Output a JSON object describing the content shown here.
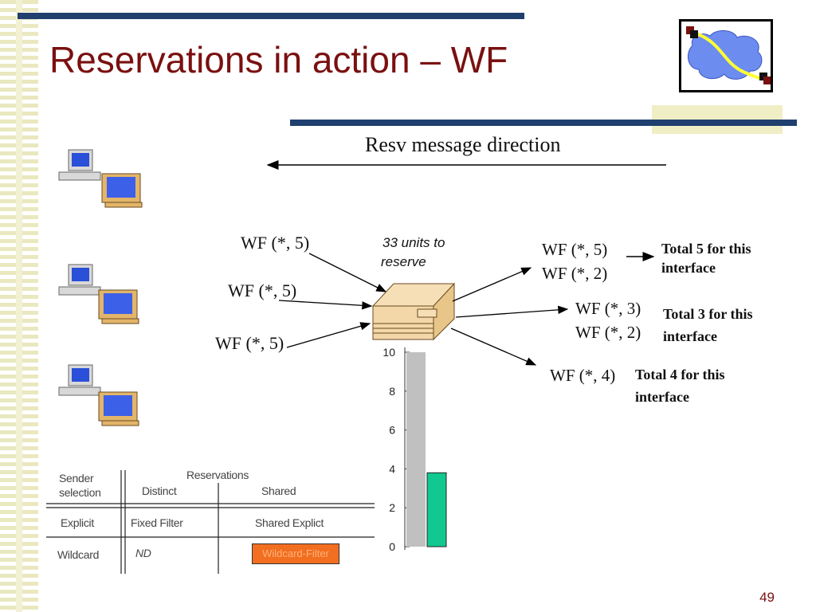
{
  "slide": {
    "title": "Reservations in action – WF",
    "page_number": "49"
  },
  "diagram": {
    "direction_label": "Resv message direction",
    "units_note_line1": "33 units to",
    "units_note_line2": "reserve",
    "incoming": [
      {
        "label": "WF (*, 5)"
      },
      {
        "label": "WF (*, 5)"
      },
      {
        "label": "WF (*, 5)"
      }
    ],
    "outgoing": [
      {
        "line1": "WF (*, 5)",
        "line2": "WF (*, 2)",
        "total_line1": "Total 5 for this",
        "total_line2": "interface"
      },
      {
        "line1": "WF (*, 3)",
        "line2": "WF (*, 2)",
        "total_line1": "Total 3 for this",
        "total_line2": "interface"
      },
      {
        "line1": "WF (*, 4)",
        "line2": "",
        "total_line1": "Total 4 for this",
        "total_line2": "interface"
      }
    ],
    "host_icons": [
      "computer-pair-icon",
      "computer-pair-icon",
      "computer-pair-icon"
    ],
    "router_icon": "router-icon"
  },
  "chart_data": {
    "type": "bar",
    "ylim": [
      0,
      10
    ],
    "ticks": [
      0,
      2,
      4,
      6,
      8,
      10
    ],
    "tick_labels": [
      "0",
      "2",
      "4",
      "6",
      "8",
      "10"
    ],
    "bars": [
      {
        "value": 10,
        "color": "#c0c0c0"
      },
      {
        "value": 3.8,
        "color": "#10c890"
      }
    ]
  },
  "table": {
    "col_sender": "Sender selection",
    "col_sender_line1": "Sender",
    "col_sender_line2": "selection",
    "col_reservations": "Reservations",
    "col_distinct": "Distinct",
    "col_shared": "Shared",
    "rows": [
      {
        "selection": "Explicit",
        "distinct": "Fixed Filter",
        "shared": "Shared Explict"
      },
      {
        "selection": "Wildcard",
        "distinct": "ND",
        "shared": "Wildcard-Filter"
      }
    ],
    "highlight_color": "#f26e20"
  },
  "colors": {
    "title": "#7a1010",
    "bars": "#1f3f6e",
    "accent_tan": "#efeec5"
  }
}
